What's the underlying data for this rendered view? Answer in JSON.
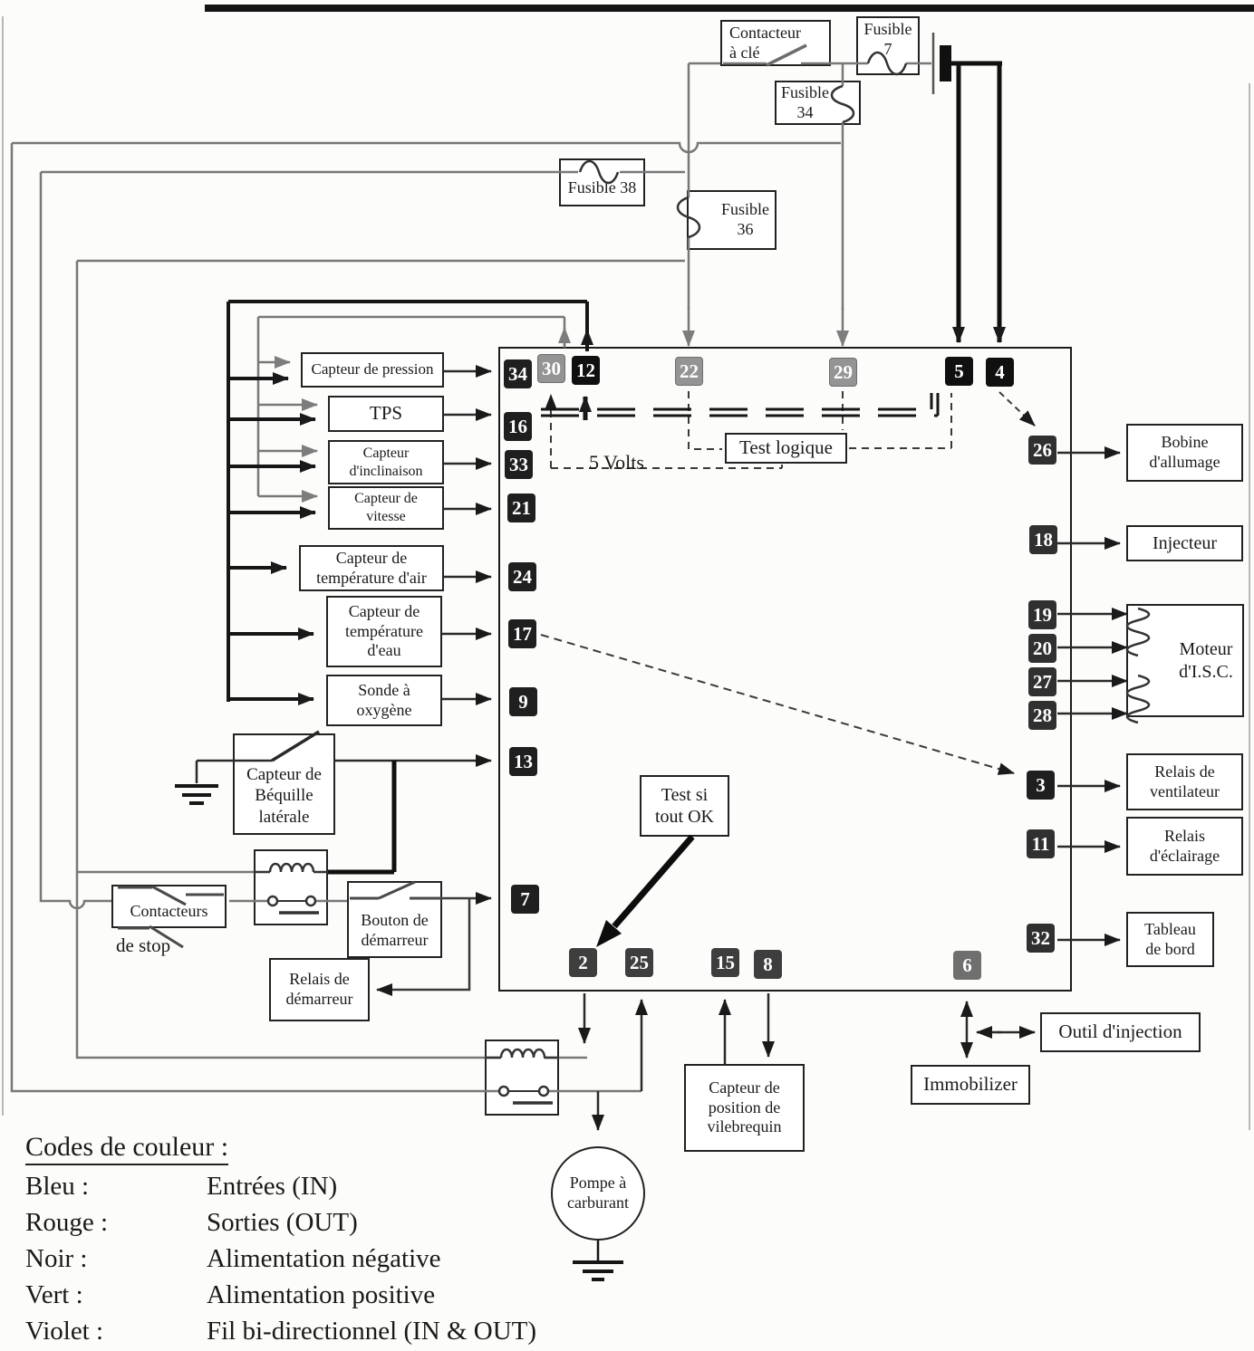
{
  "pins": {
    "top": [
      "30",
      "12",
      "22",
      "29",
      "5",
      "4"
    ],
    "left": [
      "34",
      "16",
      "33",
      "21",
      "24",
      "17",
      "9",
      "13",
      "7"
    ],
    "right": [
      "26",
      "18",
      "19",
      "20",
      "27",
      "28",
      "3",
      "11",
      "32"
    ],
    "bottom": [
      "2",
      "25",
      "15",
      "8",
      "6"
    ]
  },
  "components": {
    "contacteur_cle": {
      "label": "Contacteur\nà clé"
    },
    "fusible7": {
      "label": "Fusible\n7"
    },
    "fusible34": {
      "label": "Fusible\n34"
    },
    "fusible38": {
      "label": "Fusible 38"
    },
    "fusible36": {
      "label": "Fusible\n36"
    },
    "capteur_pression": {
      "label": "Capteur de pression"
    },
    "tps": {
      "label": "TPS"
    },
    "capteur_inclinaison": {
      "label": "Capteur\nd'inclinaison"
    },
    "capteur_vitesse": {
      "label": "Capteur de\nvitesse"
    },
    "capteur_temp_air": {
      "label": "Capteur de\ntempérature d'air"
    },
    "capteur_temp_eau": {
      "label": "Capteur de\ntempérature\nd'eau"
    },
    "sonde_oxygene": {
      "label": "Sonde à\noxygène"
    },
    "capteur_bequille": {
      "label": "Capteur de\nBéquille\nlatérale"
    },
    "contacteurs_stop": {
      "label": "Contacteurs",
      "sublabel": "de stop"
    },
    "bouton_demarreur": {
      "label": "Bouton de\ndémarreur"
    },
    "relais_demarreur": {
      "label": "Relais de\ndémarreur"
    },
    "test_logique": {
      "label": "Test logique"
    },
    "cinq_volts": {
      "label": "5 Volts"
    },
    "test_si_tout_ok": {
      "label": "Test si\ntout OK"
    },
    "pompe_carburant": {
      "label": "Pompe à\ncarburant"
    },
    "capteur_vilebrequin": {
      "label": "Capteur de\nposition de\nvilebrequin"
    },
    "outil_injection": {
      "label": "Outil d'injection"
    },
    "immobilizer": {
      "label": "Immobilizer"
    },
    "bobine_allumage": {
      "label": "Bobine\nd'allumage"
    },
    "injecteur": {
      "label": "Injecteur"
    },
    "moteur_isc": {
      "label": "Moteur\nd'I.S.C."
    },
    "relais_ventilateur": {
      "label": "Relais de\nventilateur"
    },
    "relais_eclairage": {
      "label": "Relais\nd'éclairage"
    },
    "tableau_bord": {
      "label": "Tableau\nde bord"
    }
  },
  "legend": {
    "title": "Codes de couleur :",
    "rows": [
      {
        "color": "Bleu :",
        "meaning": "Entrées (IN)"
      },
      {
        "color": "Rouge :",
        "meaning": "Sorties (OUT)"
      },
      {
        "color": "Noir :",
        "meaning": "Alimentation négative"
      },
      {
        "color": "Vert :",
        "meaning": "Alimentation positive"
      },
      {
        "color": "Violet :",
        "meaning": "Fil bi-directionnel (IN & OUT)"
      }
    ]
  },
  "colors": {
    "wire_gray": "#787878",
    "wire_black": "#161616",
    "pin_positive_gray": "#949494",
    "pin_negative_black": "#101010",
    "pin_input_dark": "#1f1f1f",
    "pin_output_dark": "#303030",
    "pin_bidirectional_gray": "#6f6f6f"
  }
}
